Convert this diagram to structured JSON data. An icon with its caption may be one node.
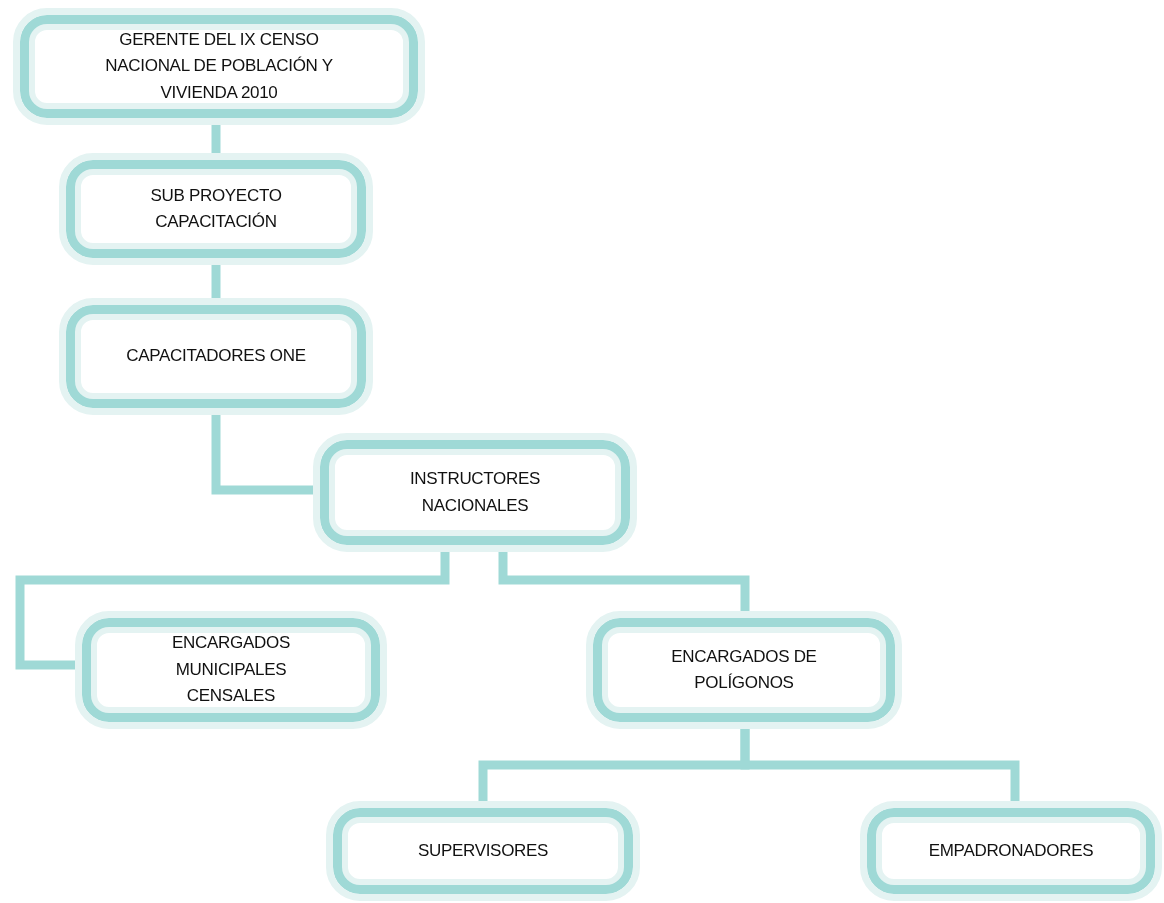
{
  "diagram": {
    "nodes": [
      {
        "text": [
          "GERENTE DEL IX CENSO NACIONAL DE POBLACIÓN Y VIVIENDA 2010"
        ]
      },
      {
        "text": [
          "SUB PROYECTO CAPACITACIÓN"
        ]
      },
      {
        "text": [
          "CAPACITADORES ONE"
        ]
      },
      {
        "text": [
          "INSTRUCTORES NACIONALES"
        ]
      },
      {
        "text": [
          "ENCARGADOS MUNICIPALES CENSALES"
        ]
      },
      {
        "text": [
          "ENCARGADOS DE POLÍGONOS"
        ]
      },
      {
        "text": [
          "SUPERVISORES"
        ]
      },
      {
        "text": [
          "EMPADRONADORES"
        ]
      }
    ],
    "edges": [
      {
        "from": 0,
        "to": 1,
        "arrow": "none"
      },
      {
        "from": 1,
        "to": 2,
        "arrow": "none"
      },
      {
        "from": 2,
        "to": 3,
        "arrow": "none"
      },
      {
        "from": 3,
        "to": 4,
        "arrow": "none"
      },
      {
        "from": 3,
        "to": 5,
        "arrow": "none"
      },
      {
        "from": 5,
        "to": 6,
        "arrow": "none"
      },
      {
        "from": 5,
        "to": 7,
        "arrow": "none"
      }
    ]
  }
}
